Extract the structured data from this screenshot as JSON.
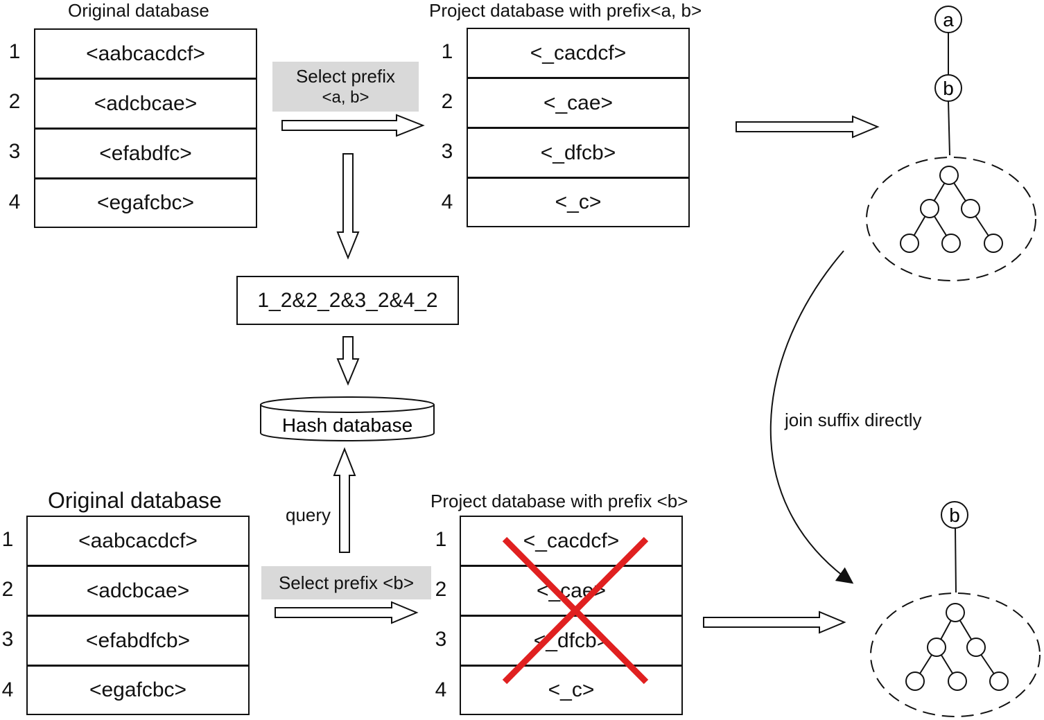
{
  "top": {
    "original_title": "Original database",
    "original_rows": [
      "<aabcacdcf>",
      "<adcbcae>",
      "<efabdfc>",
      "<egafcbc>"
    ],
    "row_numbers": [
      "1",
      "2",
      "3",
      "4"
    ],
    "select_prefix_line1": "Select prefix",
    "select_prefix_line2": "<a, b>",
    "projected_title": "Project database with prefix<a, b>",
    "projected_rows": [
      "<_cacdcf>",
      "<_cae>",
      "<_dfcb>",
      "<_c>"
    ],
    "tree_root_labels": [
      "a",
      "b"
    ]
  },
  "middle": {
    "hash_key": "1_2&2_2&3_2&4_2",
    "hash_db_label": "Hash database",
    "query_label": "query",
    "join_label": "join suffix directly"
  },
  "bottom": {
    "original_title": "Original database",
    "original_rows": [
      "<aabcacdcf>",
      "<adcbcae>",
      "<efabdfcb>",
      "<egafcbc>"
    ],
    "row_numbers": [
      "1",
      "2",
      "3",
      "4"
    ],
    "select_prefix": "Select prefix <b>",
    "projected_title": "Project database with prefix <b>",
    "projected_rows": [
      "<_cacdcf>",
      "<_cae>",
      "<_dfcb>",
      "<_c>"
    ],
    "tree_root_labels": [
      "b"
    ]
  },
  "colors": {
    "cross": "#e02020",
    "gray_box": "#d9d9d9",
    "line": "#111111"
  }
}
